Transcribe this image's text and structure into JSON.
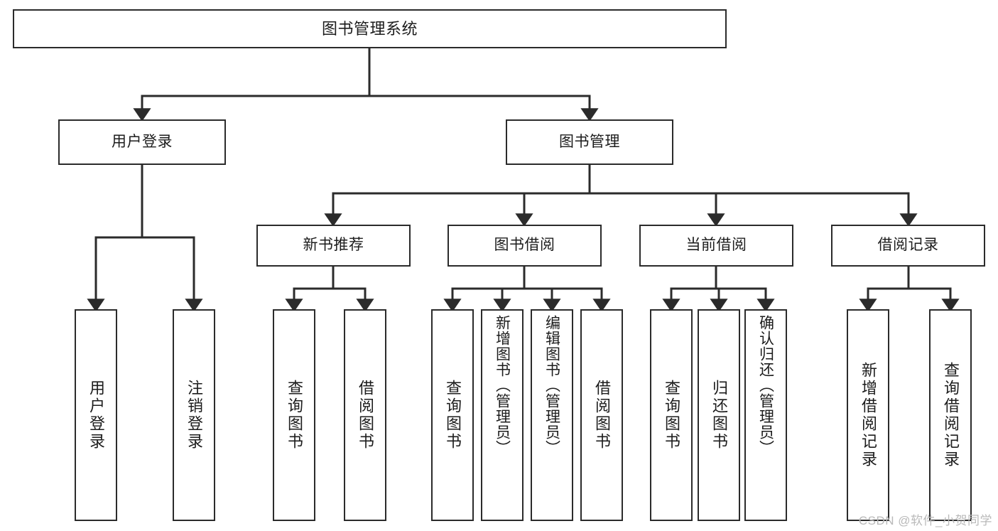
{
  "diagram": {
    "type": "tree-hierarchy-diagram",
    "title": "图书管理系统",
    "watermark": "CSDN @软件_小贺同学",
    "colors": {
      "stroke": "#2b2b2b",
      "fill": "#ffffff",
      "text": "#1c1c1c",
      "watermark": "#b9b9b9"
    },
    "root": {
      "label": "图书管理系统"
    },
    "level2": [
      {
        "id": "user-login",
        "label": "用户登录"
      },
      {
        "id": "book-manage",
        "label": "图书管理"
      }
    ],
    "level3": [
      {
        "id": "new-book-rec",
        "label": "新书推荐"
      },
      {
        "id": "book-borrow",
        "label": "图书借阅"
      },
      {
        "id": "current-borrow",
        "label": "当前借阅"
      },
      {
        "id": "borrow-record",
        "label": "借阅记录"
      }
    ],
    "leaves": {
      "user_login": [
        {
          "id": "leaf-user-login",
          "label": "用户登录"
        },
        {
          "id": "leaf-logout",
          "label": "注销登录"
        }
      ],
      "new_book_rec": [
        {
          "id": "leaf-query-book-1",
          "label": "查询图书"
        },
        {
          "id": "leaf-borrow-book-1",
          "label": "借阅图书"
        }
      ],
      "book_borrow": [
        {
          "id": "leaf-query-book-2",
          "label": "查询图书"
        },
        {
          "id": "leaf-add-book",
          "label": "新增图书（管理员）"
        },
        {
          "id": "leaf-edit-book",
          "label": "编辑图书（管理员）"
        },
        {
          "id": "leaf-borrow-book-2",
          "label": "借阅图书"
        }
      ],
      "current_borrow": [
        {
          "id": "leaf-query-book-3",
          "label": "查询图书"
        },
        {
          "id": "leaf-return-book",
          "label": "归还图书"
        },
        {
          "id": "leaf-confirm-return",
          "label": "确认归还（管理员）"
        }
      ],
      "borrow_record": [
        {
          "id": "leaf-add-record",
          "label": "新增借阅记录"
        },
        {
          "id": "leaf-query-record",
          "label": "查询借阅记录"
        }
      ]
    }
  }
}
